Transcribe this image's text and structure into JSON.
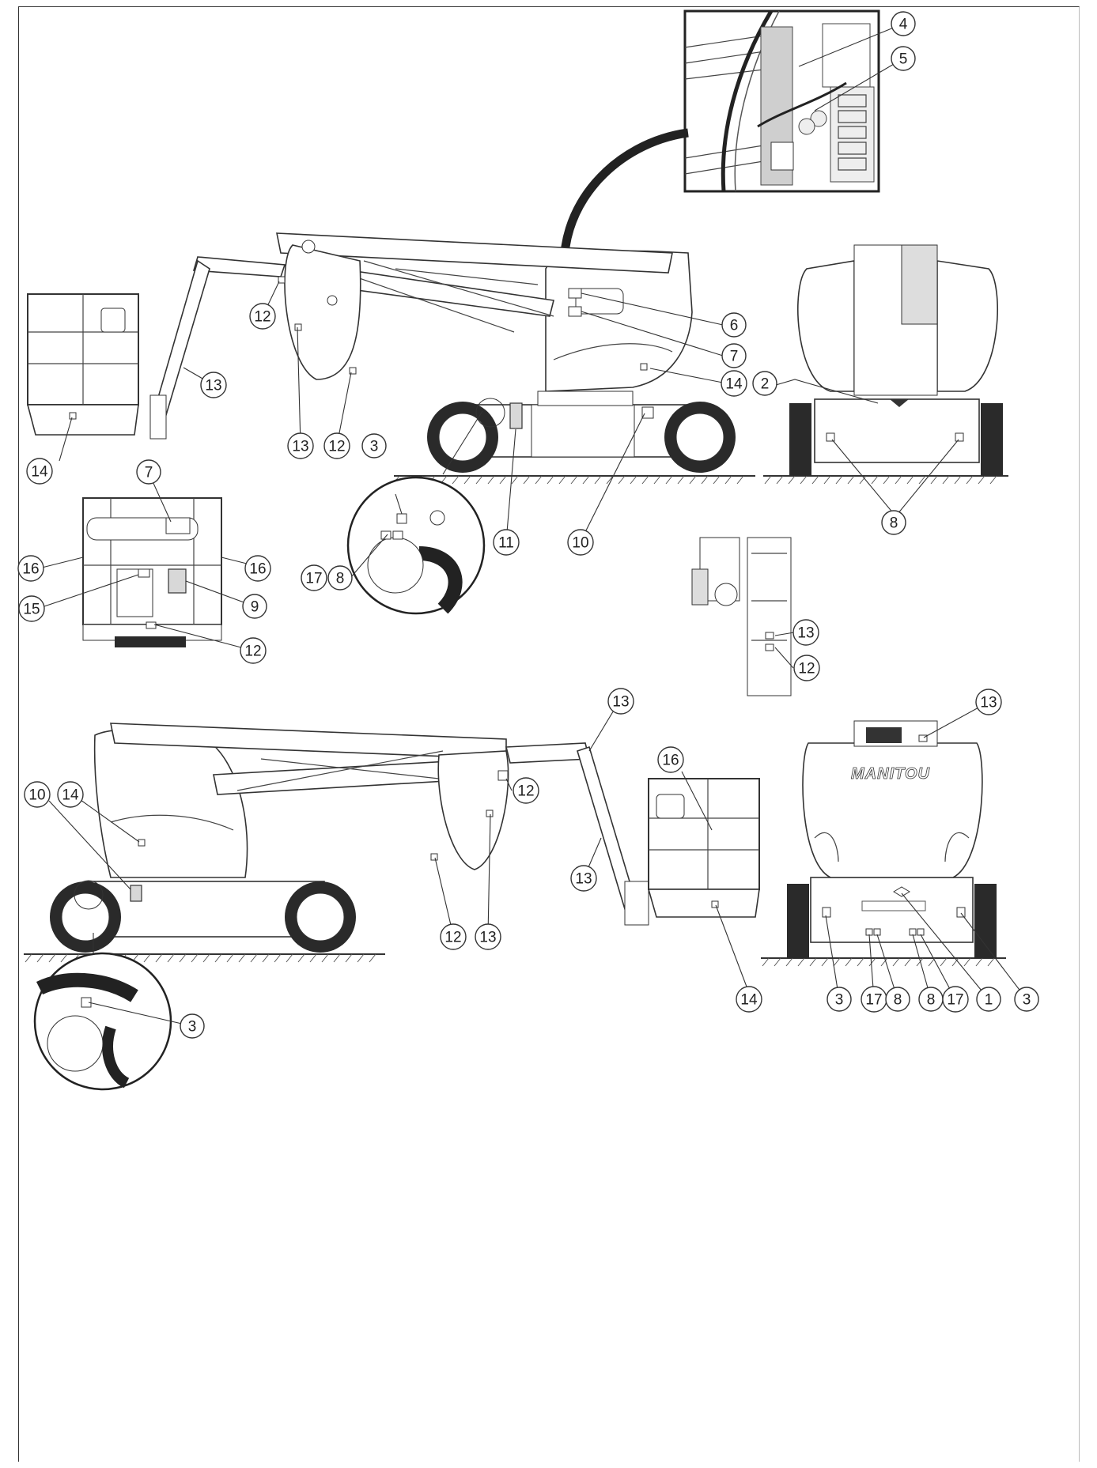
{
  "brand_text": "MANITOU",
  "callouts": [
    {
      "id": "c4",
      "number": "4"
    },
    {
      "id": "c5",
      "number": "5"
    },
    {
      "id": "c6",
      "number": "6"
    },
    {
      "id": "c7a",
      "number": "7"
    },
    {
      "id": "c14a",
      "number": "14"
    },
    {
      "id": "c2",
      "number": "2"
    },
    {
      "id": "c12a",
      "number": "12"
    },
    {
      "id": "c13a",
      "number": "13"
    },
    {
      "id": "c13b",
      "number": "13"
    },
    {
      "id": "c12b",
      "number": "12"
    },
    {
      "id": "c3a",
      "number": "3"
    },
    {
      "id": "c14b",
      "number": "14"
    },
    {
      "id": "c7b",
      "number": "7"
    },
    {
      "id": "c8a",
      "number": "8"
    },
    {
      "id": "c11",
      "number": "11"
    },
    {
      "id": "c10a",
      "number": "10"
    },
    {
      "id": "c16a",
      "number": "16"
    },
    {
      "id": "c16b",
      "number": "16"
    },
    {
      "id": "c15",
      "number": "15"
    },
    {
      "id": "c9",
      "number": "9"
    },
    {
      "id": "c17a",
      "number": "17"
    },
    {
      "id": "c8b",
      "number": "8"
    },
    {
      "id": "c12c",
      "number": "12"
    },
    {
      "id": "c13c",
      "number": "13"
    },
    {
      "id": "c12d",
      "number": "12"
    },
    {
      "id": "c13d",
      "number": "13"
    },
    {
      "id": "c13e",
      "number": "13"
    },
    {
      "id": "c12e",
      "number": "12"
    },
    {
      "id": "c10b",
      "number": "10"
    },
    {
      "id": "c14c",
      "number": "14"
    },
    {
      "id": "c16c",
      "number": "16"
    },
    {
      "id": "c13f",
      "number": "13"
    },
    {
      "id": "c12f",
      "number": "12"
    },
    {
      "id": "c13g",
      "number": "13"
    },
    {
      "id": "c14d",
      "number": "14"
    },
    {
      "id": "c3b",
      "number": "3"
    },
    {
      "id": "c3c",
      "number": "3"
    },
    {
      "id": "c17b",
      "number": "17"
    },
    {
      "id": "c8c",
      "number": "8"
    },
    {
      "id": "c8d",
      "number": "8"
    },
    {
      "id": "c17c",
      "number": "17"
    },
    {
      "id": "c1",
      "number": "1"
    },
    {
      "id": "c3d",
      "number": "3"
    }
  ]
}
